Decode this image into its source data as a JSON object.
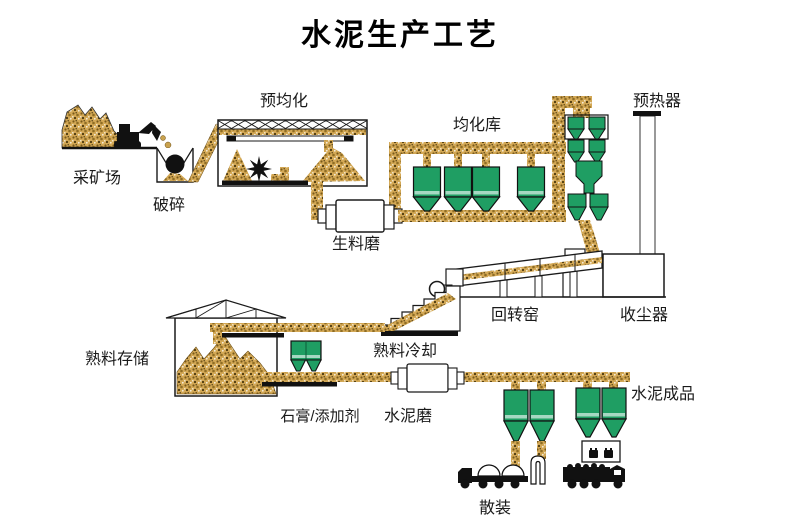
{
  "title": "水泥生产工艺",
  "colors": {
    "equipment_green": "#1f9e63",
    "equipment_green_highlight": "#a6d8c2",
    "material_tan": "#d3a855",
    "outline": "#1a1a1a",
    "machinery_black": "#111111",
    "background": "#ffffff"
  },
  "stages": {
    "quarry": "采矿场",
    "crushing": "破碎",
    "prehomogenization": "预均化",
    "raw_mill": "生料磨",
    "homogenization_silo": "均化库",
    "preheater": "预热器",
    "rotary_kiln": "回转窑",
    "dust_collector": "收尘器",
    "clinker_cooling": "熟料冷却",
    "clinker_storage": "熟料存储",
    "gypsum_additive": "石膏/添加剂",
    "cement_mill": "水泥磨",
    "cement_product": "水泥成品",
    "bulk_loading": "散装"
  }
}
